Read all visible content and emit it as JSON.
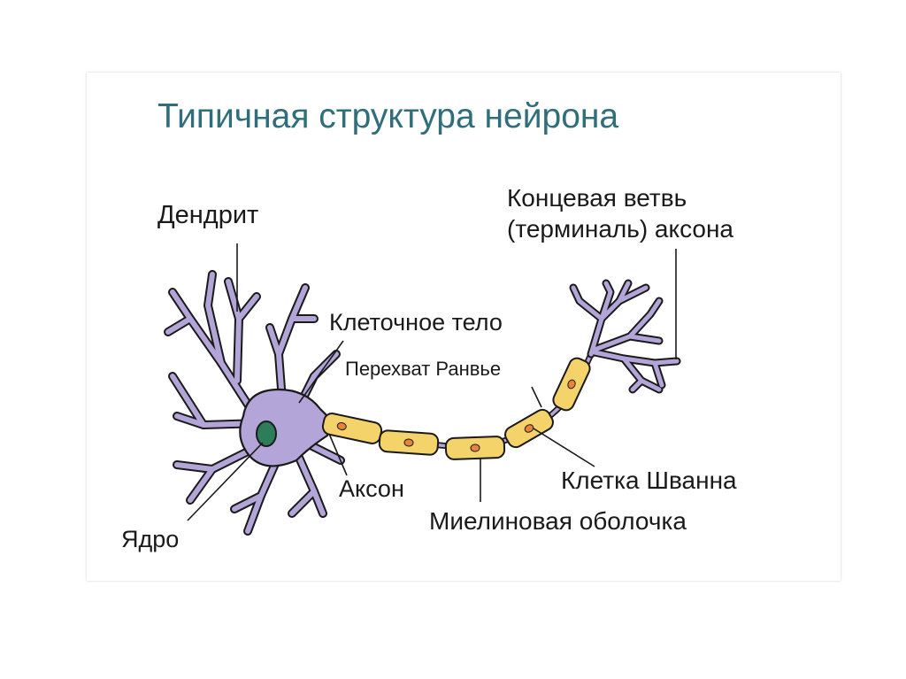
{
  "title": "Типичная структура нейрона",
  "labels": {
    "dendrite": "Дендрит",
    "cell_body": "Клеточное тело",
    "node_of_ranvier": "Перехват Ранвье",
    "axon": "Аксон",
    "nucleus": "Ядро",
    "myelin_sheath": "Миелиновая оболочка",
    "schwann_cell": "Клетка Шванна",
    "axon_terminal_line1": "Концевая ветвь",
    "axon_terminal_line2": "(терминаль) аксона"
  },
  "colors": {
    "title": "#2f6e7a",
    "neuron_fill": "#b3a5d8",
    "nucleus_fill": "#2e7d5a",
    "myelin_fill": "#f4d46a",
    "schwann_nucleus": "#e8843a",
    "outline": "#1a1a1a"
  }
}
